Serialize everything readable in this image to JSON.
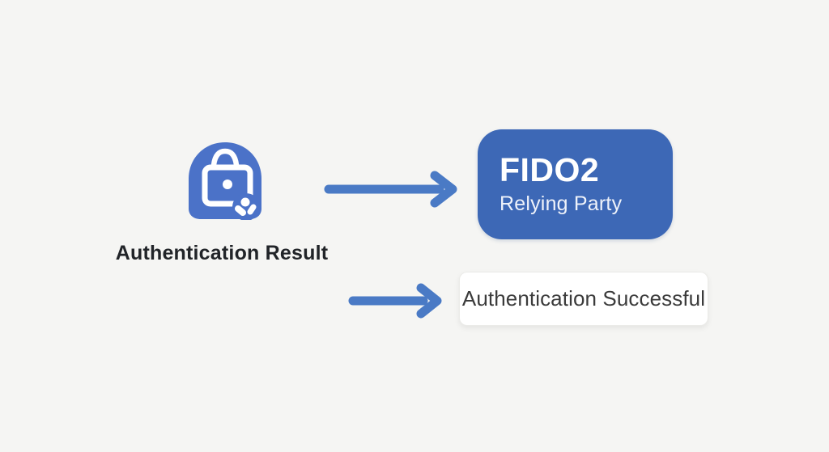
{
  "diagram": {
    "title": "FIDO2 authentication result flow",
    "source": {
      "icon": "authentication-badge-lock-icon",
      "label": "Authentication Result"
    },
    "flows": [
      {
        "from": "authentication-result",
        "to": "fido2-relying-party",
        "icon": "right-arrow-icon"
      },
      {
        "from": "authentication-result",
        "to": "result-message",
        "icon": "right-arrow-icon"
      }
    ],
    "relying_party_node": {
      "title": "FIDO2",
      "subtitle": "Relying Party"
    },
    "result_message": {
      "text": "Authentication Successful"
    }
  },
  "colors": {
    "background": "#f5f5f3",
    "icon_blue": "#4b72c8",
    "node_blue": "#3d68b6",
    "arrow_blue": "#4a7ac5",
    "label_dark": "#212428",
    "result_text_gray": "#3b3b3b",
    "result_box_white": "#ffffff"
  }
}
